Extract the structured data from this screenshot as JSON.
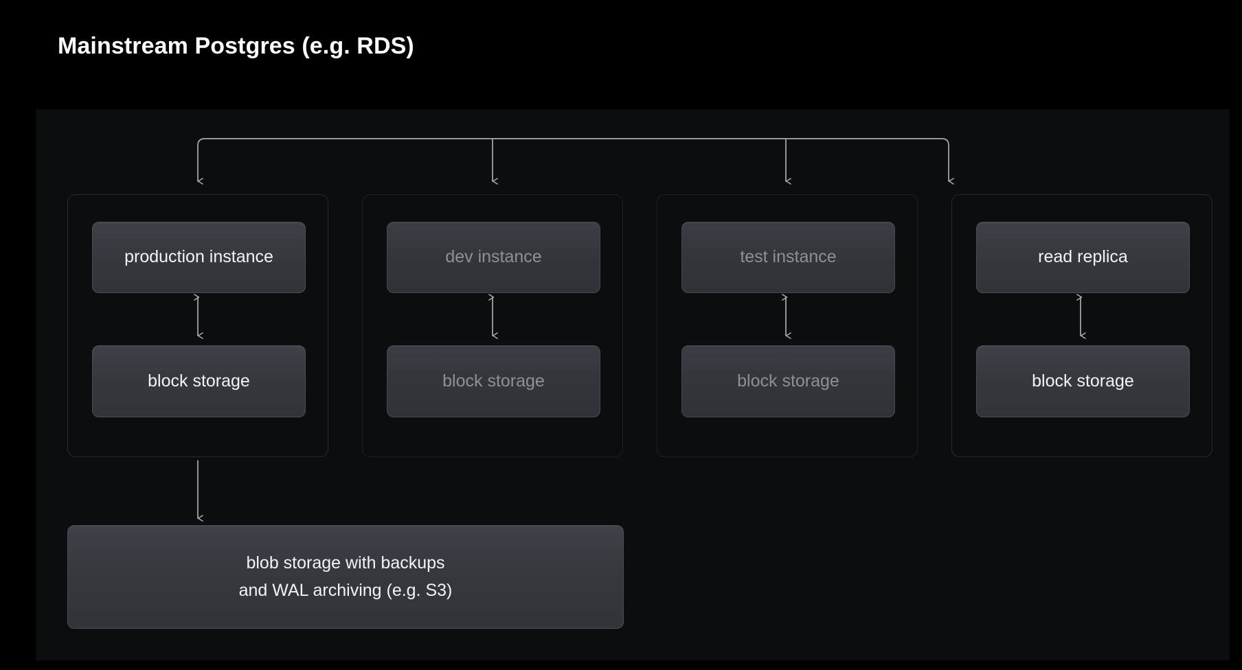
{
  "title": "Mainstream Postgres (e.g. RDS)",
  "diagram": {
    "kind": "architecture-tree",
    "columns": [
      {
        "id": "production",
        "dimmed": false,
        "instance_label": "production instance",
        "storage_label": "block storage",
        "link": "bidirectional-arrow"
      },
      {
        "id": "dev",
        "dimmed": true,
        "instance_label": "dev instance",
        "storage_label": "block storage",
        "link": "bidirectional-arrow"
      },
      {
        "id": "test",
        "dimmed": true,
        "instance_label": "test instance",
        "storage_label": "block storage",
        "link": "bidirectional-arrow"
      },
      {
        "id": "read-replica",
        "dimmed": false,
        "instance_label": "read replica",
        "storage_label": "block storage",
        "link": "bidirectional-arrow"
      }
    ],
    "blob_storage": {
      "line1": "blob storage with backups",
      "line2": "and WAL archiving (e.g. S3)"
    }
  },
  "colors": {
    "page_background": "#000000",
    "panel_background": "#0c0d0e",
    "title_text": "#ffffff",
    "node_text": "#f2f3f4",
    "node_text_dimmed": "#8d9095",
    "node_fill_top": "#3e4248",
    "node_fill_bottom": "#313438",
    "node_border": "#4a4e54",
    "group_border": "#272a2e",
    "connector_line": "#a8acb1"
  }
}
